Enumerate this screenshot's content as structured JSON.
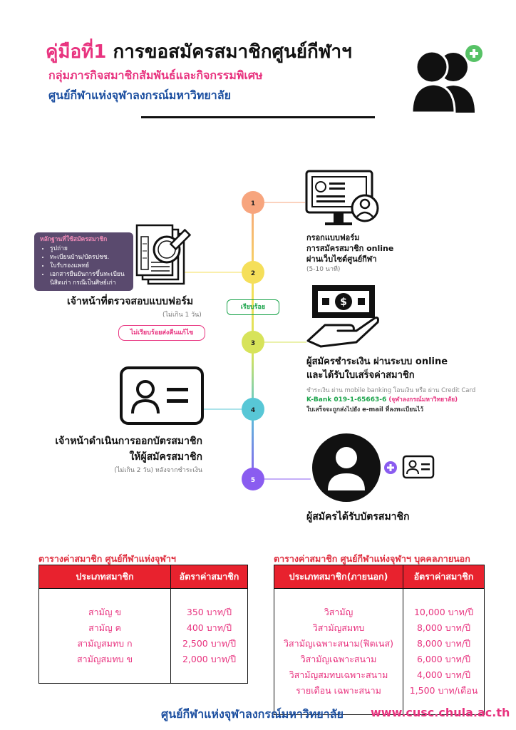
{
  "header": {
    "title_prefix": "คู่มือที่1",
    "title_main": "การขอสมัครสมาชิกศูนย์กีฬาฯ",
    "subtitle": "กลุ่มภารกิจสมาชิกสัมพันธ์และกิจกรรมพิเศษ",
    "org": "ศูนย์กีฬาแห่งจุฬาลงกรณ์มหาวิทยาลัย"
  },
  "steps": [
    {
      "num": "1",
      "color": "#f7a57e"
    },
    {
      "num": "2",
      "color": "#f5df5a"
    },
    {
      "num": "3",
      "color": "#d7e35a"
    },
    {
      "num": "4",
      "color": "#58c7d6"
    },
    {
      "num": "5",
      "color": "#8a5cf0"
    }
  ],
  "step1": {
    "line1": "กรอกแบบฟอร์ม",
    "line2": "การสมัครสมาชิก online",
    "line3": "ผ่านเว็บไซต์ศูนย์กีฬา",
    "note": "(5-10 นาที)"
  },
  "documents": {
    "heading": "หลักฐานที่ใช้สมัครสมาชิก",
    "items": [
      "รูปถ่าย",
      "ทะเบียนบ้าน/บัตรปชช.",
      "ใบรับรองแพทย์",
      "เอกสารยืนยันการขึ้นทะเบียน นิสิตเก่า กรณีเป็นศิษย์เก่า"
    ]
  },
  "step2": {
    "label": "เจ้าหน้าที่ตรวจสอบแบบฟอร์ม",
    "note": "(ไม่เกิน 1 วัน)",
    "ok_pill": "เรียบร้อย",
    "reject_pill": "ไม่เรียบร้อยส่งคืนแก้ไข"
  },
  "step3": {
    "line1": "ผู้สมัครชำระเงิน ผ่านระบบ online",
    "line2": "และได้รับใบเสร็จค่าสมาชิก",
    "pay_note": "ชำระเงิน ผ่าน mobile banking โอนเงิน หรือ ผ่าน Credit Card",
    "bank": "K-Bank  019-1-65663-6",
    "account_name": "(จุฬาลงกรณ์มหาวิทยาลัย)",
    "receipt_note": "ใบเสร็จจะถูกส่งไปยัง e-mail ที่ลงทะเบียนไว้"
  },
  "step4": {
    "line1": "เจ้าหน้าดำเนินการออกบัตรสมาชิก",
    "line2": "ให้ผู้สมัครสมาชิก",
    "note": "(ไม่เกิน 2 วัน) หลังจากชำระเงิน"
  },
  "step5": {
    "label": "ผู้สมัครได้รับบัตรสมาชิก"
  },
  "table_members": {
    "title": "ตารางค่าสมาชิก ศูนย์กีฬาแห่งจุฬาฯ",
    "headers": [
      "ประเภทสมาชิก",
      "อัตราค่าสมาชิก"
    ],
    "rows": [
      [
        "สามัญ ข",
        "350 บาท/ปี"
      ],
      [
        "สามัญ ค",
        "400 บาท/ปี"
      ],
      [
        "สามัญสมทบ ก",
        "2,500 บาท/ปี"
      ],
      [
        "สามัญสมทบ ข",
        "2,000 บาท/ปี"
      ]
    ]
  },
  "table_external": {
    "title": "ตารางค่าสมาชิก ศูนย์กีฬาแห่งจุฬาฯ บุคคลภายนอก",
    "headers": [
      "ประเภทสมาชิก(ภายนอก)",
      "อัตราค่าสมาชิก"
    ],
    "rows": [
      [
        "วิสามัญ",
        "10,000 บาท/ปี"
      ],
      [
        "วิสามัญสมทบ",
        "8,000 บาท/ปี"
      ],
      [
        "วิสามัญเฉพาะสนาม(ฟิตเนส)",
        "8,000 บาท/ปี"
      ],
      [
        "วิสามัญเฉพาะสนาม",
        "6,000 บาท/ปี"
      ],
      [
        "วิสามัญสมทบเฉพาะสนาม",
        "4,000 บาท/ปี"
      ],
      [
        "รายเดือน เฉพาะสนาม",
        "1,500 บาท/เดือน"
      ]
    ]
  },
  "footer": {
    "org": "ศูนย์กีฬาแห่งจุฬาลงกรณ์มหาวิทยาลัย",
    "url": "www.cusc.chula.ac.th"
  },
  "colors": {
    "pink": "#e8337f",
    "blue": "#1c4fa0",
    "red": "#e8222e",
    "green": "#1aa34a"
  },
  "icons": [
    "users-add-icon",
    "computer-form-icon",
    "document-search-icon",
    "money-hand-icon",
    "id-card-icon",
    "user-avatar-icon",
    "plus-icon"
  ]
}
